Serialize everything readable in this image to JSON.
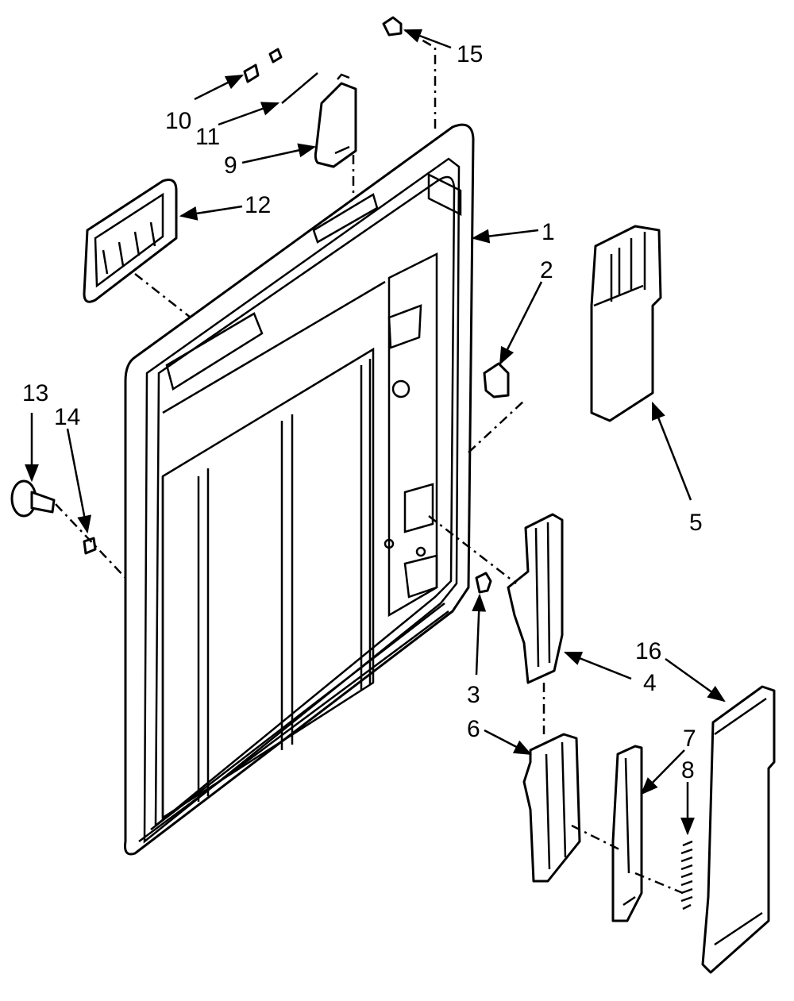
{
  "callouts": {
    "c1": "1",
    "c2": "2",
    "c3": "3",
    "c4": "4",
    "c5": "5",
    "c6": "6",
    "c7": "7",
    "c8": "8",
    "c9": "9",
    "c10": "10",
    "c11": "11",
    "c12": "12",
    "c13": "13",
    "c14": "14",
    "c15": "15",
    "c16": "16"
  },
  "colors": {
    "ink": "#000000",
    "paper": "#ffffff"
  }
}
